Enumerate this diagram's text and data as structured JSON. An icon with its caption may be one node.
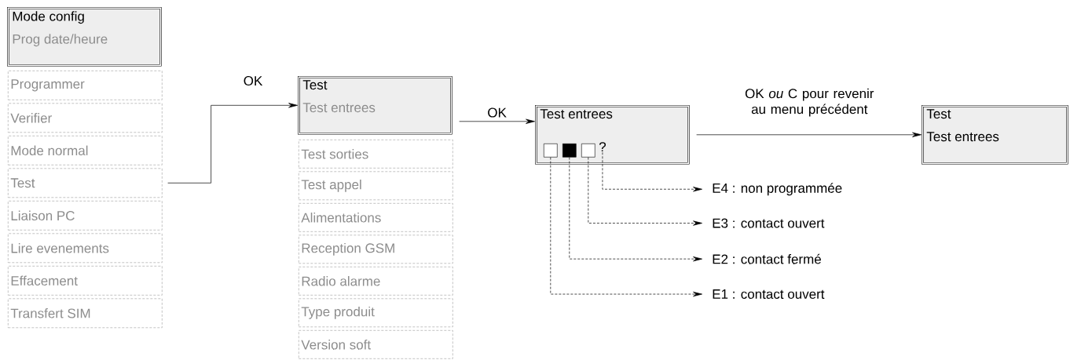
{
  "diagram": {
    "nodes": [
      {
        "text": [
          "Mode config",
          "Prog date/heure"
        ]
      },
      {
        "text": [
          "Programmer"
        ]
      },
      {
        "text": [
          "Verifier"
        ]
      },
      {
        "text": [
          "Mode normal"
        ]
      },
      {
        "text": [
          "Test"
        ]
      },
      {
        "text": [
          "Liaison PC"
        ]
      },
      {
        "text": [
          "Lire evenements"
        ]
      },
      {
        "text": [
          "Effacement"
        ]
      },
      {
        "text": [
          "Transfert SIM"
        ]
      },
      {
        "text": [
          "Test",
          "Test entrees"
        ]
      },
      {
        "text": [
          "Test sorties"
        ]
      },
      {
        "text": [
          "Test appel"
        ]
      },
      {
        "text": [
          "Alimentations"
        ]
      },
      {
        "text": [
          "Reception GSM"
        ]
      },
      {
        "text": [
          "Radio alarme"
        ]
      },
      {
        "text": [
          "Type produit"
        ]
      },
      {
        "text": [
          "Version soft"
        ]
      },
      {
        "text": [
          "Test entrees"
        ]
      },
      {
        "text": [],
        "shape": "box",
        "in": 17
      },
      {
        "text": [],
        "shape": "block",
        "in": 17
      },
      {
        "text": [],
        "shape": "box",
        "in": 17
      },
      {
        "text": [
          "?"
        ],
        "in": 17
      },
      {
        "text": [
          "E4 : non programmée"
        ]
      },
      {
        "text": [
          "E3 : contact ouvert"
        ]
      },
      {
        "text": [
          "E2 : contact fermé"
        ]
      },
      {
        "text": [
          "E1 : contact ouvert"
        ]
      },
      {
        "text": [
          "Test",
          "Test entrees"
        ]
      }
    ],
    "edges": [
      {
        "from": 4,
        "to": 9,
        "arrow": "to",
        "label": "OK"
      },
      {
        "from": 9,
        "to": 17,
        "arrow": "to",
        "label": "OK"
      },
      {
        "from": 17,
        "to": 26,
        "arrow": "to",
        "label": "OK *ou* C pour revenir au menu précédent"
      },
      {
        "from": 21,
        "to": 22,
        "arrow": "to",
        "style": "dashed"
      },
      {
        "from": 20,
        "to": 23,
        "arrow": "to",
        "style": "dashed"
      },
      {
        "from": 19,
        "to": 24,
        "arrow": "to",
        "style": "dashed"
      },
      {
        "from": 18,
        "to": 25,
        "arrow": "to",
        "style": "dashed"
      }
    ]
  }
}
